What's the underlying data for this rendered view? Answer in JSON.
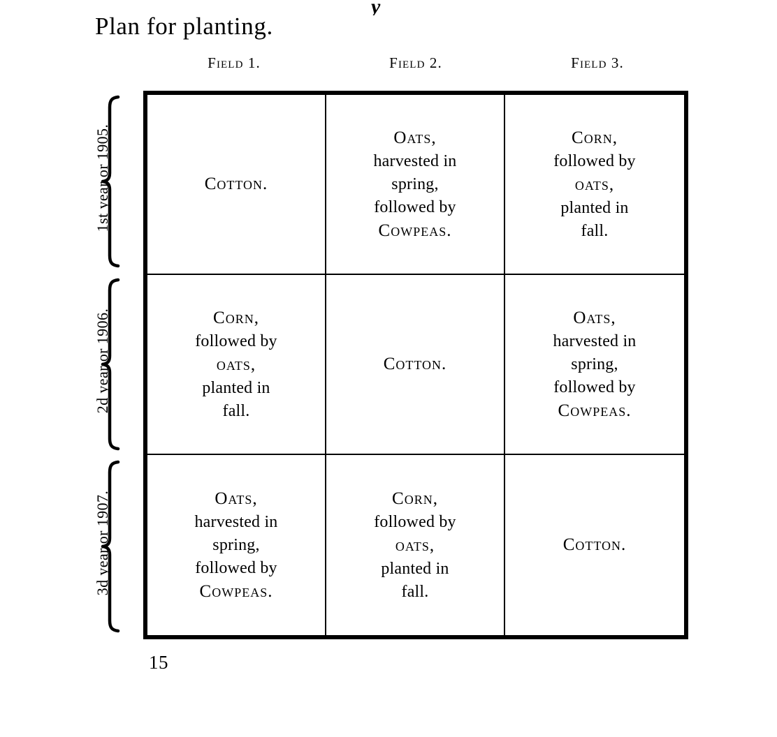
{
  "page": {
    "title": "Plan for planting.",
    "page_number": "15",
    "stray_mark": "y"
  },
  "table": {
    "column_headers": [
      "Field 1.",
      "Field 2.",
      "Field 3."
    ],
    "row_labels": [
      "1st year or 1905.",
      "2d year or 1906.",
      "3d year or 1907."
    ],
    "row_brace_icon": "curly-brace-icon",
    "rows": [
      {
        "label": "1st year or 1905.",
        "cells": [
          {
            "crop": "Cotton",
            "lines": [
              "Cotton."
            ]
          },
          {
            "crop": "Oats/Cowpeas",
            "lines": [
              "Oats,",
              "harvested  in",
              "spring,",
              "followed by",
              "Cowpeas."
            ]
          },
          {
            "crop": "Corn/Oats",
            "lines": [
              "Corn,",
              "followed by",
              "oats,",
              "planted in",
              "fall."
            ]
          }
        ]
      },
      {
        "label": "2d year or 1906.",
        "cells": [
          {
            "crop": "Corn/Oats",
            "lines": [
              "Corn,",
              "followed by",
              "oats,",
              "planted in",
              "fall."
            ]
          },
          {
            "crop": "Cotton",
            "lines": [
              "Cotton."
            ]
          },
          {
            "crop": "Oats/Cowpeas",
            "lines": [
              "Oats,",
              "harvested  in",
              "spring,",
              "followed by",
              "Cowpeas."
            ]
          }
        ]
      },
      {
        "label": "3d year or 1907.",
        "cells": [
          {
            "crop": "Oats/Cowpeas",
            "lines": [
              "Oats,",
              "harvested  in",
              "spring,",
              "followed by",
              "Cowpeas."
            ]
          },
          {
            "crop": "Corn/Oats",
            "lines": [
              "Corn,",
              "followed by",
              "oats,",
              "planted in",
              "fall."
            ]
          },
          {
            "crop": "Cotton",
            "lines": [
              "Cotton."
            ]
          }
        ]
      }
    ],
    "smallcaps_words": [
      "Cotton.",
      "Oats,",
      "Cowpeas.",
      "Corn,"
    ]
  },
  "colors": {
    "ink": "#000000",
    "paper": "#ffffff"
  }
}
